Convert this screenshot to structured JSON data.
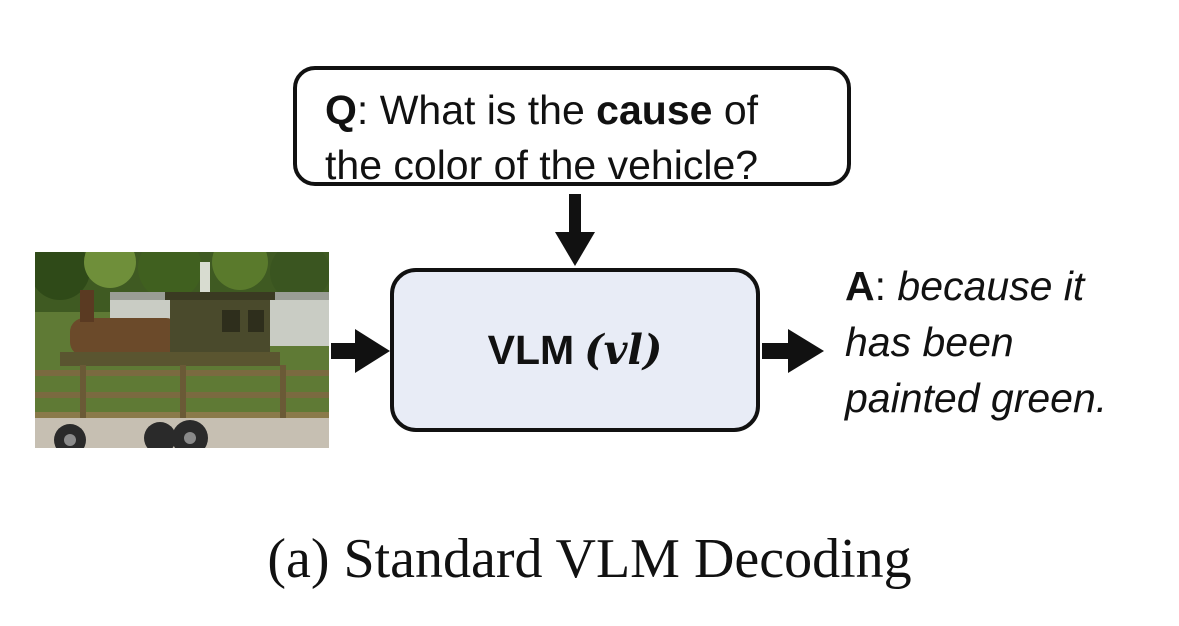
{
  "question": {
    "prefix": "Q",
    "text_before": ": What is the ",
    "emphasis": "cause",
    "text_after_line1": " of",
    "line2": "the color of the vehicle?"
  },
  "model": {
    "label": "VLM",
    "param": "(vl)"
  },
  "answer": {
    "prefix": "A",
    "separator": ": ",
    "line1": "because it",
    "line2": "has been",
    "line3": "painted green."
  },
  "caption": "(a) Standard VLM Decoding",
  "input_image": {
    "depicts": "photo of a rusted green steam locomotive near trees and a fence"
  },
  "colors": {
    "vlm_fill": "#e8ecf6",
    "stroke": "#111111"
  }
}
